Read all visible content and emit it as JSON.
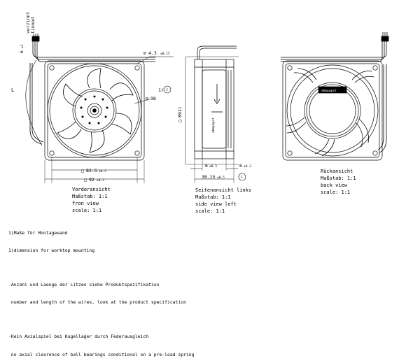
{
  "front_view": {
    "wire_label_1": "verzinnt",
    "wire_label_2": "tinned",
    "wire_length_label": "6",
    "wire_length_tol": "±1",
    "length_label": "L",
    "hole_dia": "4.3",
    "hole_tol": "±0.15",
    "bore_dia": "98",
    "note_ref": "1)",
    "circled_c": "C",
    "square_hole_spacing": "82.5",
    "square_hole_tol": "±0.2",
    "square_size": "92",
    "square_size_tol": "±0.3",
    "caption": [
      "Vorderansicht",
      "Maßstab:  1:1",
      "fron view",
      "scale: 1:1"
    ]
  },
  "side_view": {
    "height_dim": "89",
    "height_note": "1)",
    "left_flange": "6",
    "left_flange_tol": "±0.3",
    "right_flange": "6",
    "right_flange_tol": "±0.3",
    "depth": "38.15",
    "depth_tol": "±0.5",
    "circled_c": "C",
    "label_text": "ebmpapst",
    "caption": [
      "Seitenansicht links",
      "Maßstab:  1:1",
      "side view left",
      "scale: 1:1"
    ]
  },
  "back_view": {
    "brand_label": "ebmpapst",
    "caption": [
      "Rückansicht",
      "Maßstab:  1:1",
      "back view",
      "scale: 1:1"
    ]
  },
  "notes": [
    "1)Maße für Montagewand",
    "1)dimension for worktop mounting",
    "",
    "-Anzahl und Laenge der Litzen siehe Produktspezifikation",
    " number and length of the wires, look at the product specification",
    "",
    "-Kein Axialspiel bei Kugellager durch Federausgleich",
    " no axial clearence of ball bearings conditional on a pre-load spring"
  ]
}
